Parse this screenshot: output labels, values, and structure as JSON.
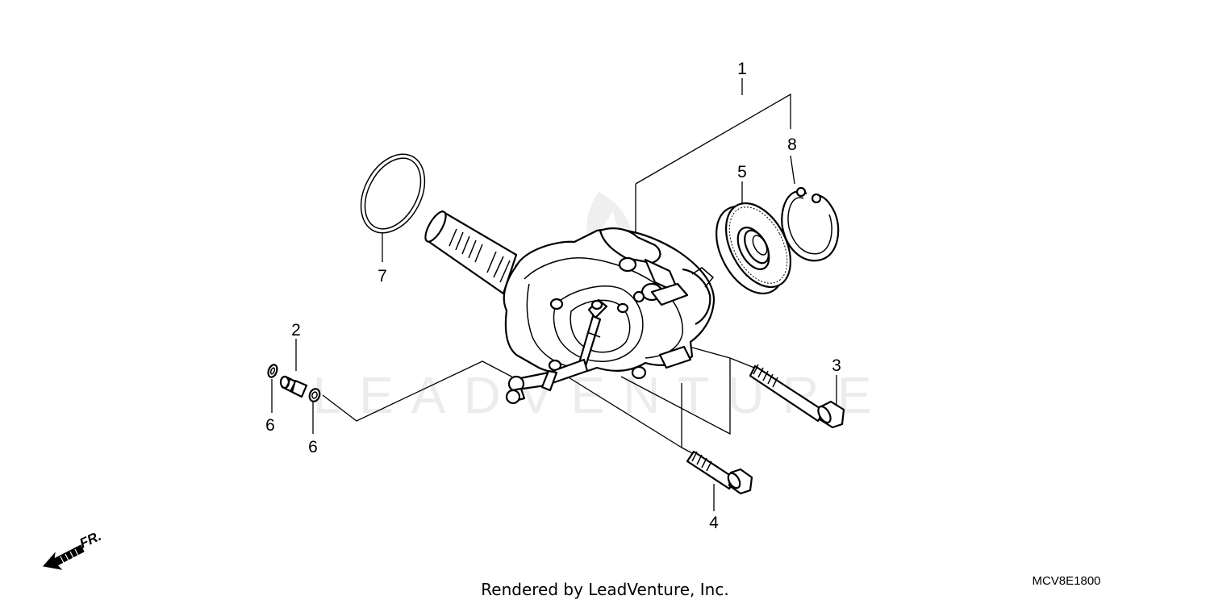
{
  "watermark": "LEADVENTURE",
  "callouts": {
    "c1": "1",
    "c2": "2",
    "c3": "3",
    "c4": "4",
    "c5": "5",
    "c6a": "6",
    "c6b": "6",
    "c7": "7",
    "c8": "8"
  },
  "direction_label": "FR.",
  "footer": "Rendered by LeadVenture, Inc.",
  "diagram_code": "MCV8E1800"
}
